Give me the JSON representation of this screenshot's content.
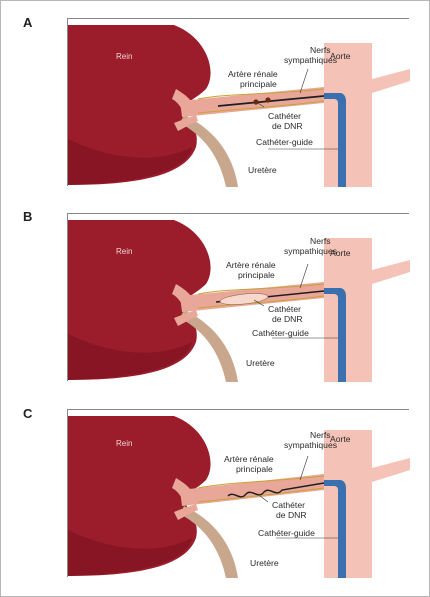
{
  "colors": {
    "kidney": "#9b1c2b",
    "kidney_shade": "#7a1020",
    "aorta": "#f4c2b6",
    "artery": "#e9a79a",
    "ureter": "#c9a78d",
    "catheter_guide": "#3a6fb0",
    "panel_border": "#888888"
  },
  "panels": [
    {
      "letter": "A",
      "labels": {
        "rein": "Rein",
        "aorte": "Aorte",
        "nerfs_1": "Nerfs",
        "nerfs_2": "sympathiques",
        "artere_1": "Artère rénale",
        "artere_2": "principale",
        "catheter_1": "Cathéter",
        "catheter_2": "de DNR",
        "guide": "Cathéter-guide",
        "uretere": "Uretère"
      }
    },
    {
      "letter": "B",
      "labels": {
        "rein": "Rein",
        "aorte": "Aorte",
        "nerfs_1": "Nerfs",
        "nerfs_2": "sympathiques",
        "artere_1": "Artère rénale",
        "artere_2": "principale",
        "catheter_1": "Cathéter",
        "catheter_2": "de DNR",
        "guide": "Cathéter-guide",
        "uretere": "Uretère"
      }
    },
    {
      "letter": "C",
      "labels": {
        "rein": "Rein",
        "aorte": "Aorte",
        "nerfs_1": "Nerfs",
        "nerfs_2": "sympathiques",
        "artere_1": "Artère rénale",
        "artere_2": "principale",
        "catheter_1": "Cathéter",
        "catheter_2": "de DNR",
        "guide": "Cathéter-guide",
        "uretere": "Uretère"
      }
    }
  ]
}
